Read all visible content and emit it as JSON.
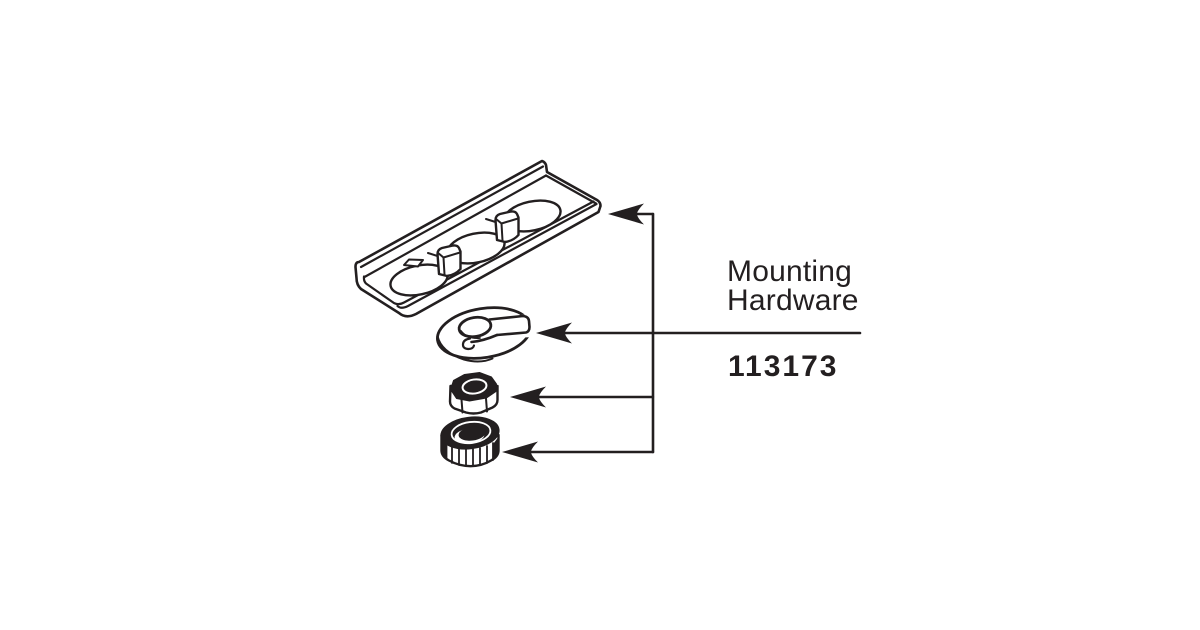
{
  "page": {
    "background_color": "#ffffff",
    "ink_color": "#231f20"
  },
  "callout": {
    "label_line1": "Mounting",
    "label_line2": "Hardware",
    "part_number": "113173"
  },
  "diagram": {
    "parts": [
      {
        "icon": "mounting-bracket-drawing"
      },
      {
        "icon": "retainer-clip-drawing"
      },
      {
        "icon": "hex-nut-drawing"
      },
      {
        "icon": "knurled-nut-drawing"
      }
    ],
    "leader_arrow_count": 4
  }
}
